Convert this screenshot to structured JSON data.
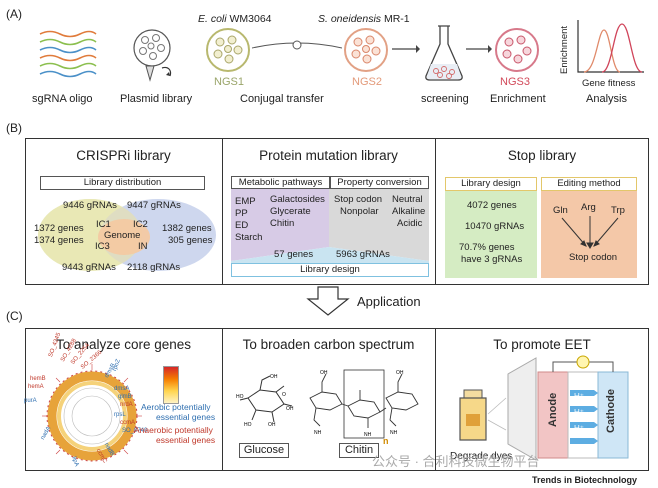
{
  "panel_a": {
    "letter": "(A)",
    "labels": {
      "sgrna": "sgRNA oligo",
      "plasmid": "Plasmid library",
      "conjugal": "Conjugal transfer",
      "screening": "screening",
      "enrichment": "Enrichment",
      "analysis": "Analysis"
    },
    "strains": {
      "ecoli_italic": "E. coli",
      "ecoli_rest": " WM3064",
      "shewanella_italic": "S. oneidensis",
      "shewanella_rest": " MR-1"
    },
    "ngs": {
      "ngs1": "NGS1",
      "ngs2": "NGS2",
      "ngs3": "NGS3"
    },
    "axes": {
      "y": "Enrichment",
      "x": "Gene fitness"
    }
  },
  "panel_b": {
    "letter": "(B)",
    "crispri": {
      "title": "CRISPRi library",
      "distribution": "Library distribution",
      "top_left": "9446 gRNAs",
      "top_right": "9447 gRNAs",
      "left1": "1372 genes",
      "left2": "1374 genes",
      "right1": "1382 genes",
      "right2": "305 genes",
      "bottom_left": "9443 gRNAs",
      "bottom_right": "2118 gRNAs",
      "ic1": "IC1",
      "ic2": "IC2",
      "ic3": "IC3",
      "in": "IN",
      "genome": "Genome"
    },
    "protein": {
      "title": "Protein mutation library",
      "metabolic": "Metabolic  pathways",
      "property": "Property conversion",
      "pathways": [
        "EMP",
        "PP",
        "ED",
        "Starch"
      ],
      "compounds": [
        "Galactosides",
        "Glycerate",
        "Chitin"
      ],
      "props_left": [
        "Stop codon",
        "Nonpolar"
      ],
      "props_right": [
        "Neutral",
        "Alkaline",
        "Acidic"
      ],
      "genes": "57 genes",
      "grnas": "5963 gRNAs",
      "design": "Library design"
    },
    "stop": {
      "title": "Stop library",
      "design": "Library design",
      "editing": "Editing method",
      "genes": "4072 genes",
      "grnas": "10470 gRNAs",
      "pct1": "70.7% genes",
      "pct2": "have 3 gRNAs",
      "aa": [
        "Gln",
        "Arg",
        "Trp"
      ],
      "stopcodon": "Stop codon"
    }
  },
  "application": "Application",
  "panel_c": {
    "letter": "(C)",
    "core": {
      "title": "To analyze core genes",
      "aerobic1": "Aerobic potentially",
      "aerobic2": "essential genes",
      "anaerobic1": "Anaerobic potentially",
      "anaerobic2": "essential genes",
      "gene_labels": [
        "SO_4245",
        "SO_4288",
        "SO_2254",
        "SO_2366",
        "dmsB",
        "dmsA",
        "glmB",
        "nrdA",
        "rpoZ",
        "rpsL",
        "ccmA",
        "purA",
        "hemA",
        "hemB",
        "nadA",
        "nadB",
        "SO_0740",
        "ccmC",
        "lipA"
      ]
    },
    "carbon": {
      "title": "To broaden carbon spectrum",
      "glucose": "Glucose",
      "chitin": "Chitin",
      "n": "n"
    },
    "eet": {
      "title": "To promote EET",
      "anode": "Anode",
      "cathode": "Cathode",
      "hplus": "H⁺",
      "dyes": "Degrade dyes"
    }
  },
  "watermark": "公众号 · 合利科技微生物平台",
  "journal": "Trends in Biotechnology",
  "colors": {
    "ngs1": "#9aa56a",
    "ngs2": "#e39a7a",
    "ngs3": "#d24a5a",
    "blue_text": "#2f6fb0",
    "red_text": "#c0392b"
  }
}
